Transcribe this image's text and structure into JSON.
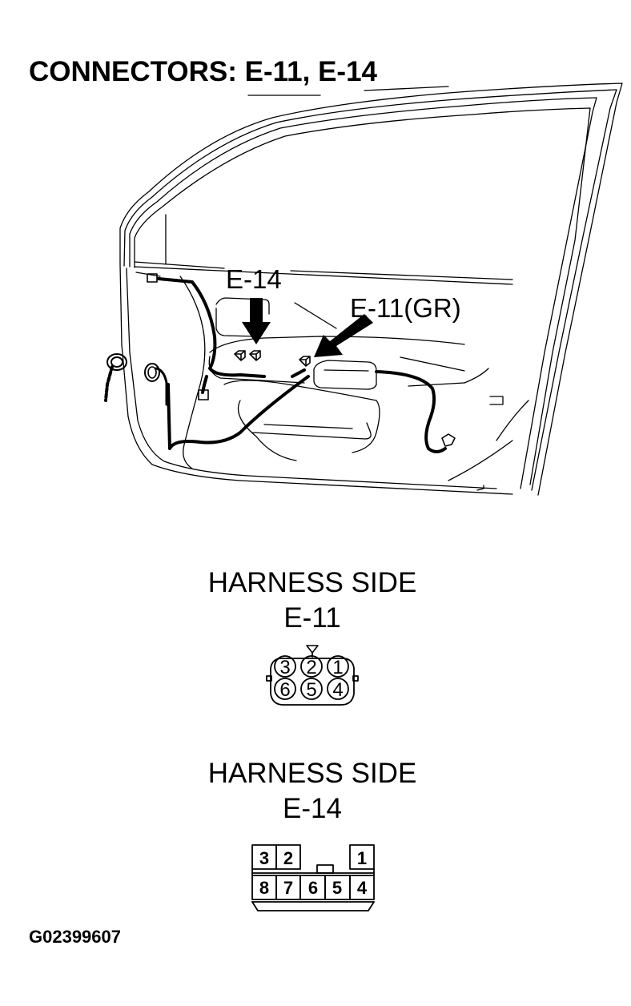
{
  "title": "CONNECTORS: E-11, E-14",
  "illustration": {
    "subject": "front door harness",
    "callouts": [
      {
        "id": "e14",
        "label": "E-14"
      },
      {
        "id": "e11",
        "label": "E-11(GR)"
      }
    ],
    "icons": [
      "arrow-icon",
      "connector-icon",
      "grommet-icon",
      "wire-harness-icon"
    ]
  },
  "connectors": [
    {
      "heading": "HARNESS SIDE",
      "name": "E-11",
      "shape": "round-6pin",
      "rows": [
        [
          "3",
          "2",
          "1"
        ],
        [
          "6",
          "5",
          "4"
        ]
      ]
    },
    {
      "heading": "HARNESS SIDE",
      "name": "E-14",
      "shape": "rect-8pin",
      "rows": [
        [
          "3",
          "2",
          "",
          "",
          "1"
        ],
        [
          "8",
          "7",
          "6",
          "5",
          "4"
        ]
      ]
    }
  ],
  "figure_id": "G02399607",
  "colors": {
    "ink": "#000000",
    "background": "#ffffff"
  }
}
